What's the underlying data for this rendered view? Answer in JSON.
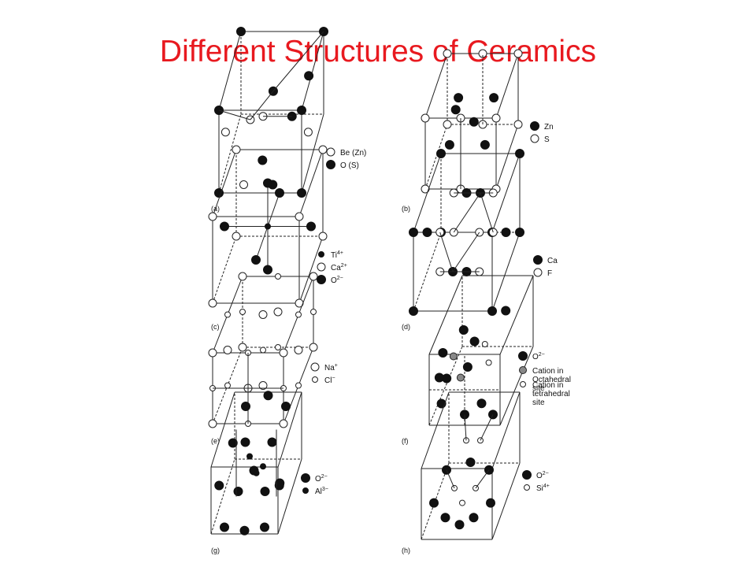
{
  "title": "Different Structures of Ceramics",
  "panels": [
    {
      "id": "a",
      "caption": "(a)",
      "legend": [
        {
          "kind": "open",
          "label": "Be (Zn)"
        },
        {
          "kind": "filled",
          "label": "O (S)"
        }
      ]
    },
    {
      "id": "b",
      "caption": "(b)",
      "legend": [
        {
          "kind": "filled",
          "label": "Zn"
        },
        {
          "kind": "open",
          "label": "S"
        }
      ]
    },
    {
      "id": "c",
      "caption": "(c)",
      "legend": [
        {
          "kind": "small-filled",
          "label": "Ti",
          "sup": "4+"
        },
        {
          "kind": "open",
          "label": "Ca",
          "sup": "2+"
        },
        {
          "kind": "filled",
          "label": "O",
          "sup": "2−"
        }
      ]
    },
    {
      "id": "d",
      "caption": "(d)",
      "legend": [
        {
          "kind": "filled",
          "label": "Ca"
        },
        {
          "kind": "open",
          "label": "F"
        }
      ]
    },
    {
      "id": "e",
      "caption": "(e)",
      "legend": [
        {
          "kind": "open",
          "label": "Na",
          "sup": "+"
        },
        {
          "kind": "small-open",
          "label": "Cl",
          "sup": "−"
        }
      ]
    },
    {
      "id": "f",
      "caption": "(f)",
      "legend": [
        {
          "kind": "filled",
          "label": "O",
          "sup": "2−"
        },
        {
          "kind": "grey",
          "label": "Cation in Octahedral site"
        },
        {
          "kind": "small-open",
          "label": "Cation in tetrahedral site"
        }
      ]
    },
    {
      "id": "g",
      "caption": "(g)",
      "legend": [
        {
          "kind": "filled",
          "label": "O",
          "sup": "2−"
        },
        {
          "kind": "small-filled",
          "label": "Al",
          "sup": "3−"
        }
      ]
    },
    {
      "id": "h",
      "caption": "(h)",
      "legend": [
        {
          "kind": "filled",
          "label": "O",
          "sup": "2−"
        },
        {
          "kind": "small-open",
          "label": "Si",
          "sup": "4+"
        }
      ]
    }
  ]
}
